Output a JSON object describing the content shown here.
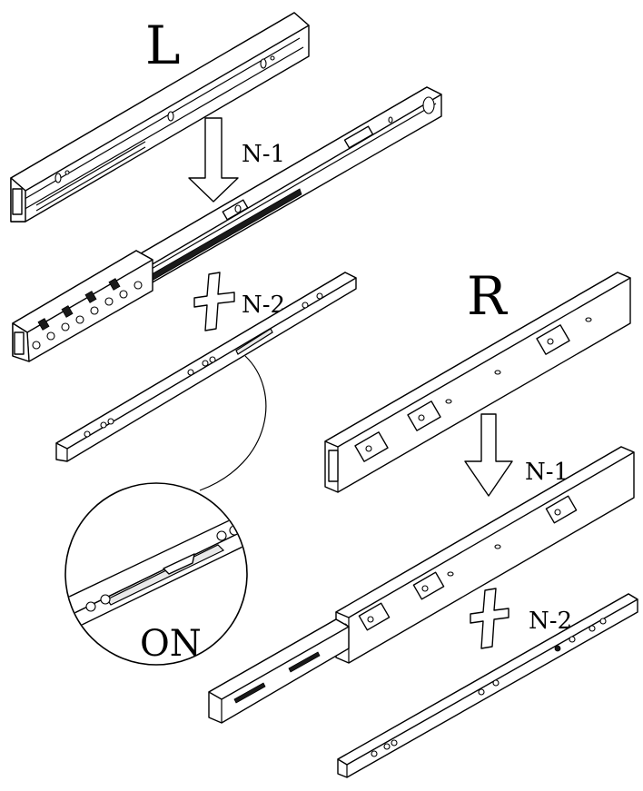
{
  "labels": {
    "left_side": "L",
    "right_side": "R",
    "step1_left": "N-1",
    "step2_left": "N-2",
    "step1_right": "N-1",
    "step2_right": "N-2",
    "detail_state": "ON"
  },
  "icons": {
    "step_arrow": "down-arrow-icon",
    "join_symbol": "plus-icon",
    "detail_magnifier": "zoom-circle"
  },
  "colors": {
    "line": "#000000",
    "background": "#ffffff",
    "dark_fill": "#1a1a1a"
  }
}
